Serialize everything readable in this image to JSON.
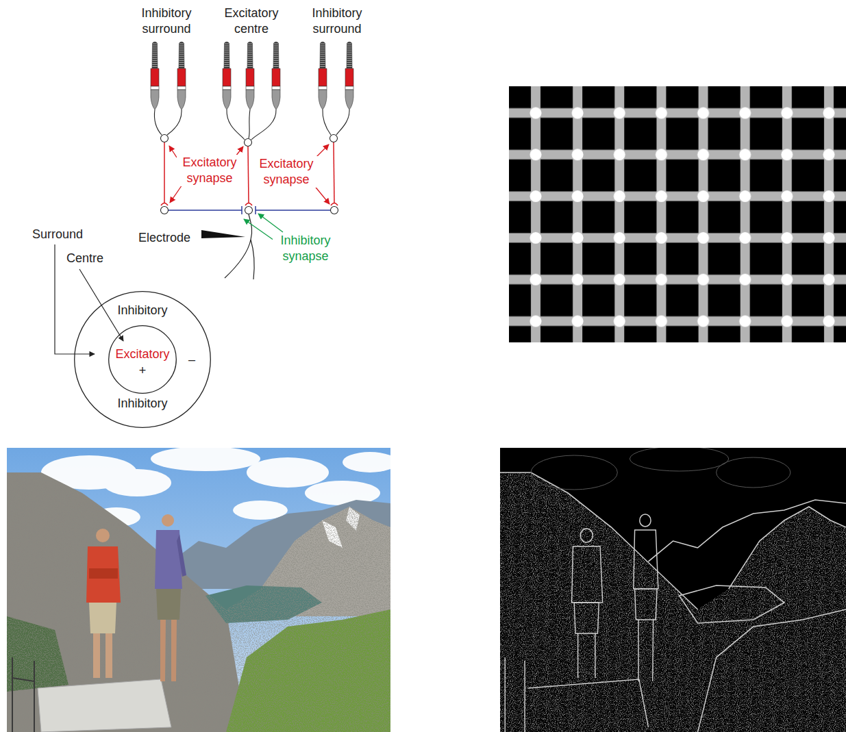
{
  "diagram": {
    "nodes": [
      {
        "text": [
          "Inhibitory",
          "–",
          "Inhibitory"
        ]
      },
      {
        "text": [
          "Excitatory",
          "+"
        ],
        "in": 0
      }
    ],
    "labels": [
      "Inhibitory surround",
      "Excitatory centre",
      "Inhibitory surround",
      "Excitatory synapse",
      "Excitatory synapse",
      "Electrode",
      "Inhibitory synapse",
      "Surround",
      "Centre"
    ]
  }
}
